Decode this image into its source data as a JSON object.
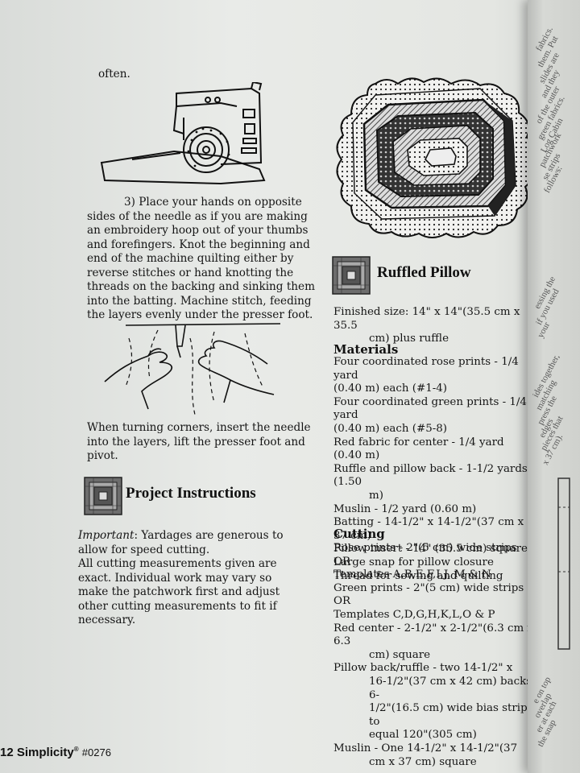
{
  "left_column": {
    "top_fragment": "often.",
    "step3": [
      "3) Place your hands on opposite",
      "sides of the needle as if you are making",
      "an embroidery hoop out of your thumbs",
      "and forefingers.  Knot the beginning and",
      "end of the machine quilting either by",
      "reverse stitches or hand knotting the",
      "threads on the backing and sinking them",
      "into the batting.  Machine stitch, feeding",
      "the layers evenly under the presser foot."
    ],
    "turning": [
      "When turning corners, insert the needle",
      "into the layers, lift the presser foot and",
      "pivot."
    ],
    "project_heading": "Project Instructions",
    "important_label": "Important",
    "important_rest": ":  Yardages are generous to",
    "important_lines": [
      "allow for speed cutting.",
      "All cutting measurements given are",
      "exact.  Individual work may vary so",
      "make the patchwork first and adjust",
      "other cutting measurements to fit if",
      "necessary."
    ]
  },
  "right_column": {
    "pillow_heading": "Ruffled Pillow",
    "finished": [
      "Finished size:  14\" x 14\"(35.5 cm x 35.5",
      "cm) plus ruffle"
    ],
    "materials_heading": "Materials",
    "materials": [
      [
        "Four coordinated rose prints - 1/4 yard",
        "(0.40 m) each (#1-4)"
      ],
      [
        "Four coordinated green prints - 1/4 yard",
        "(0.40 m) each (#5-8)"
      ],
      [
        "Red fabric for center - 1/4 yard (0.40 m)"
      ],
      [
        "Ruffle and pillow back - 1-1/2 yards (1.50",
        "m)"
      ],
      [
        "Muslin - 1/2 yard (0.60 m)"
      ],
      [
        "Batting - 14-1/2\" x 14-1/2\"(37 cm x 37 cm)"
      ],
      [
        "Pillow insert - 14\" (35.5 cm) square"
      ],
      [
        "Large snap for pillow closure"
      ],
      [
        "Thread for sewing and quilting"
      ]
    ],
    "cutting_heading": "Cutting",
    "cutting": [
      [
        "Rose prints - 2\"(5 cm) wide strips OR"
      ],
      [
        "Templates A,B,E,F,I,J, M & N"
      ],
      [
        "Green prints - 2\"(5 cm) wide strips OR"
      ],
      [
        "Templates C,D,G,H,K,L,O & P"
      ],
      [
        "Red center - 2-1/2\" x 2-1/2\"(6.3 cm x 6.3",
        "cm) square"
      ],
      [
        "Pillow back/ruffle - two 14-1/2\" x",
        "16-1/2\"(37 cm x 42 cm) backs;  6-",
        "1/2\"(16.5 cm) wide bias strips to",
        "equal 120\"(305 cm)"
      ],
      [
        "Muslin - One 14-1/2\" x 14-1/2\"(37",
        "cm x 37 cm) square"
      ]
    ]
  },
  "footer": {
    "page_number": "12",
    "brand": "Simplicity",
    "reg": "®",
    "pattern_number": "#0276"
  },
  "next_page_fragments": [
    "fabrics.",
    "them. Put",
    "slides are",
    "and they",
    "of the outer",
    "green fabrics.",
    "Log Cabin",
    "patchwork",
    "se strips",
    "follows:",
    "essing the",
    "if you used",
    "your",
    "ides together,",
    "matching",
    "press the",
    "edges",
    "pieces that",
    "x 37 cm).",
    "e on top",
    "overlap",
    "er at each",
    "the snap"
  ]
}
